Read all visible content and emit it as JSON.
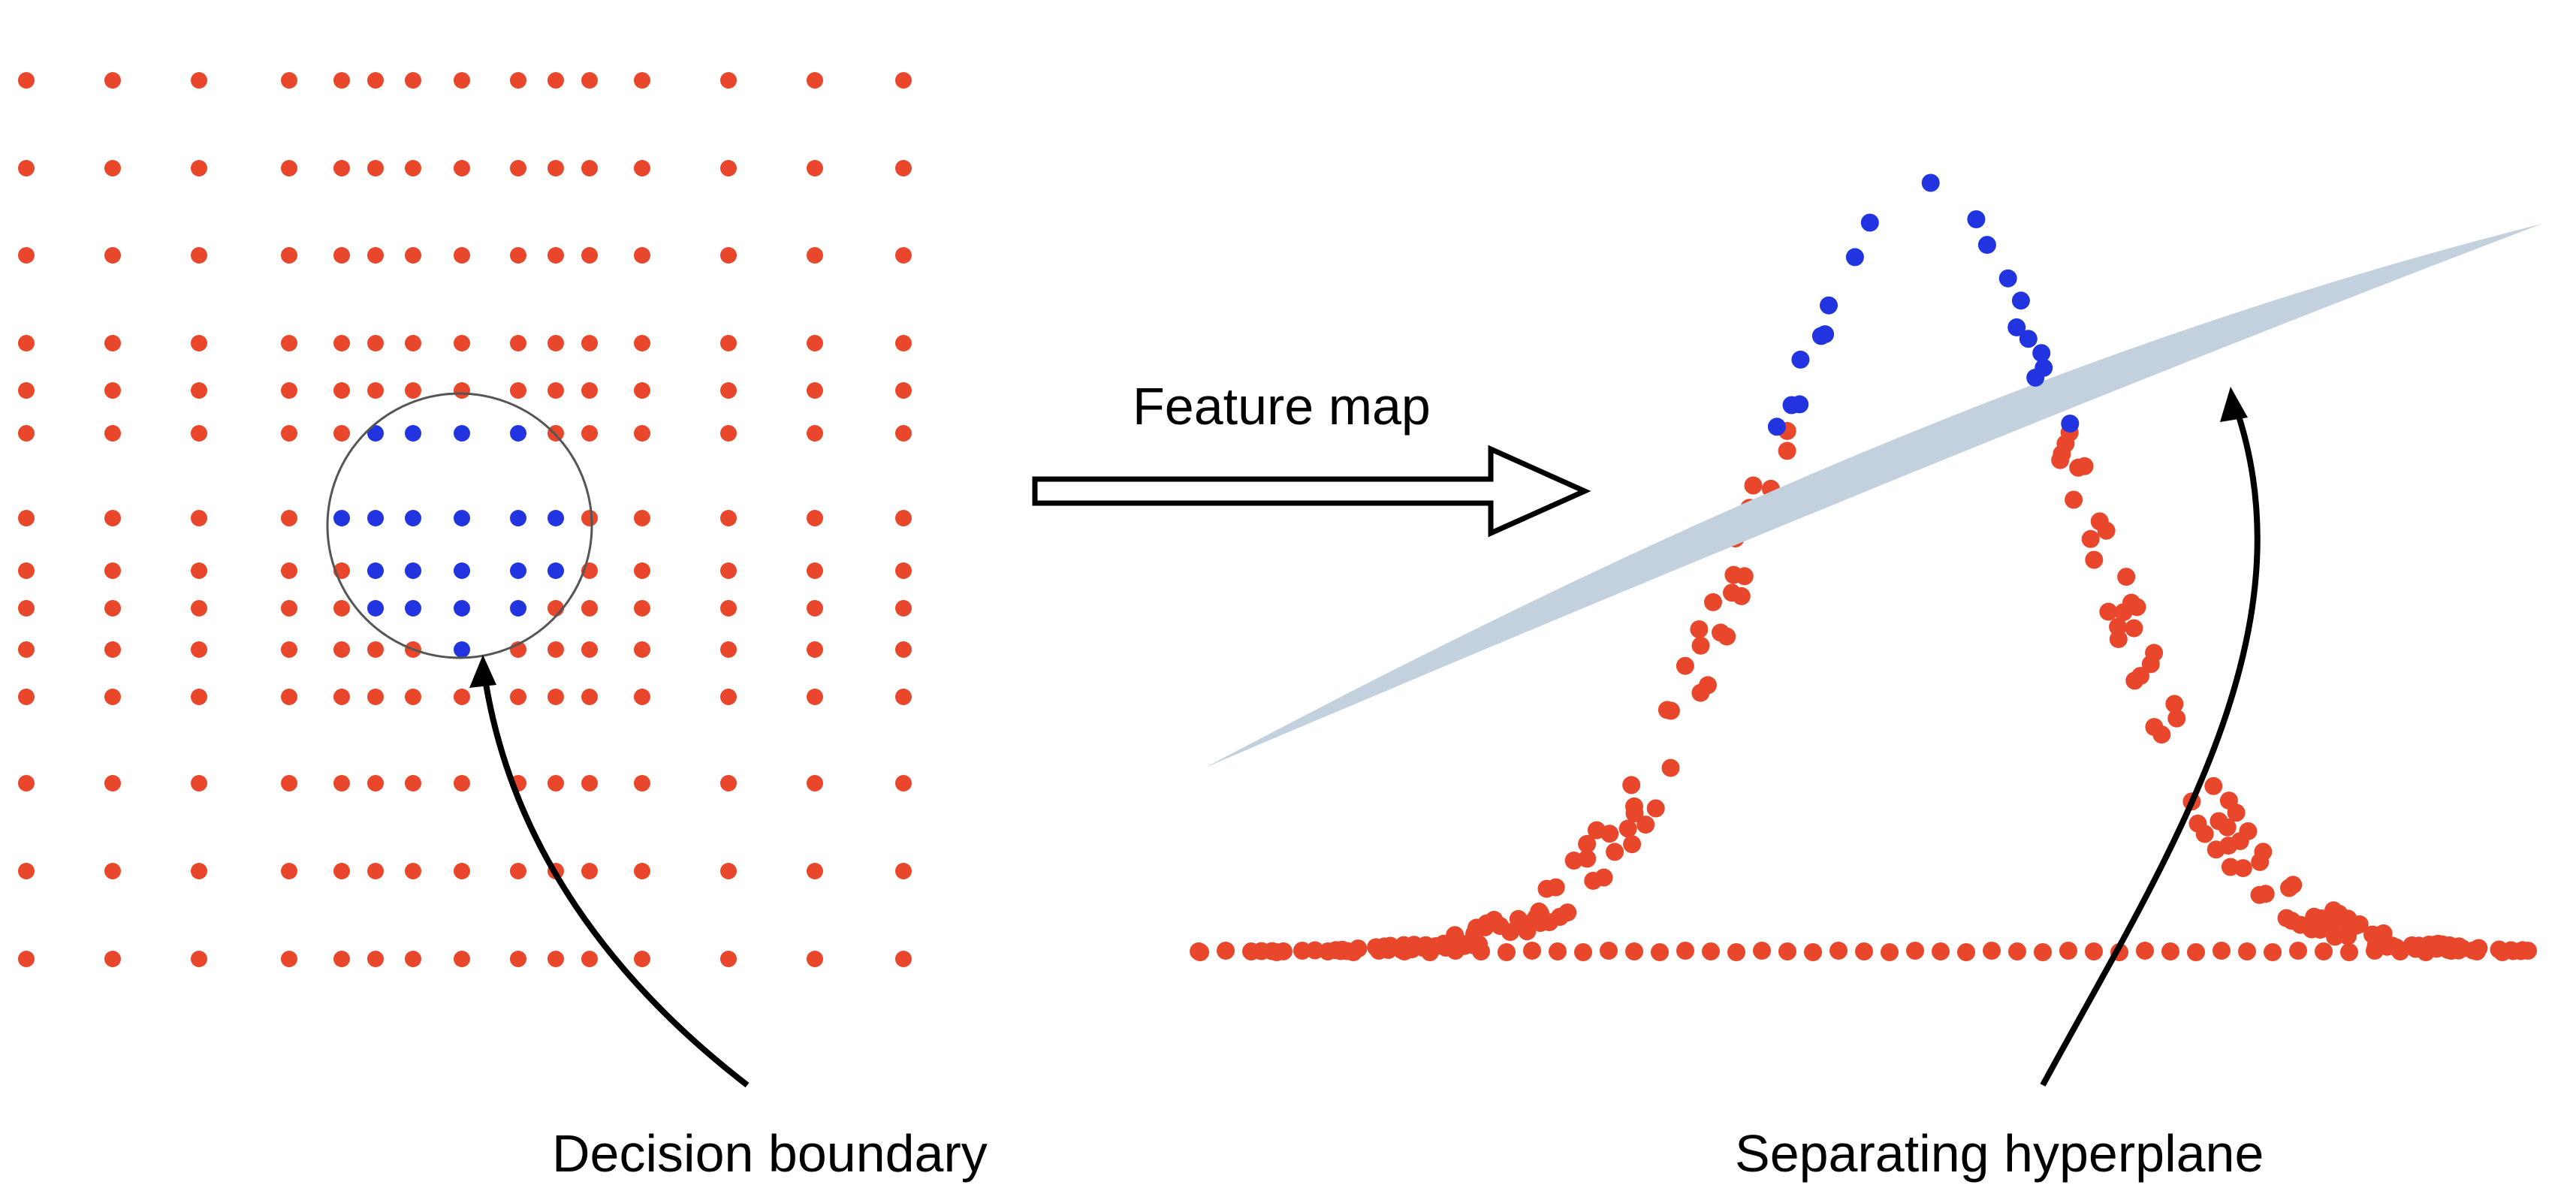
{
  "labels": {
    "feature_map": "Feature map",
    "decision_boundary": "Decision boundary",
    "separating_hyperplane": "Separating hyperplane"
  },
  "colors": {
    "class_a": "#e8472b",
    "class_b": "#2134e0",
    "boundary": "#555555",
    "plane": "#c3d1de",
    "arrow": "#000000"
  }
}
